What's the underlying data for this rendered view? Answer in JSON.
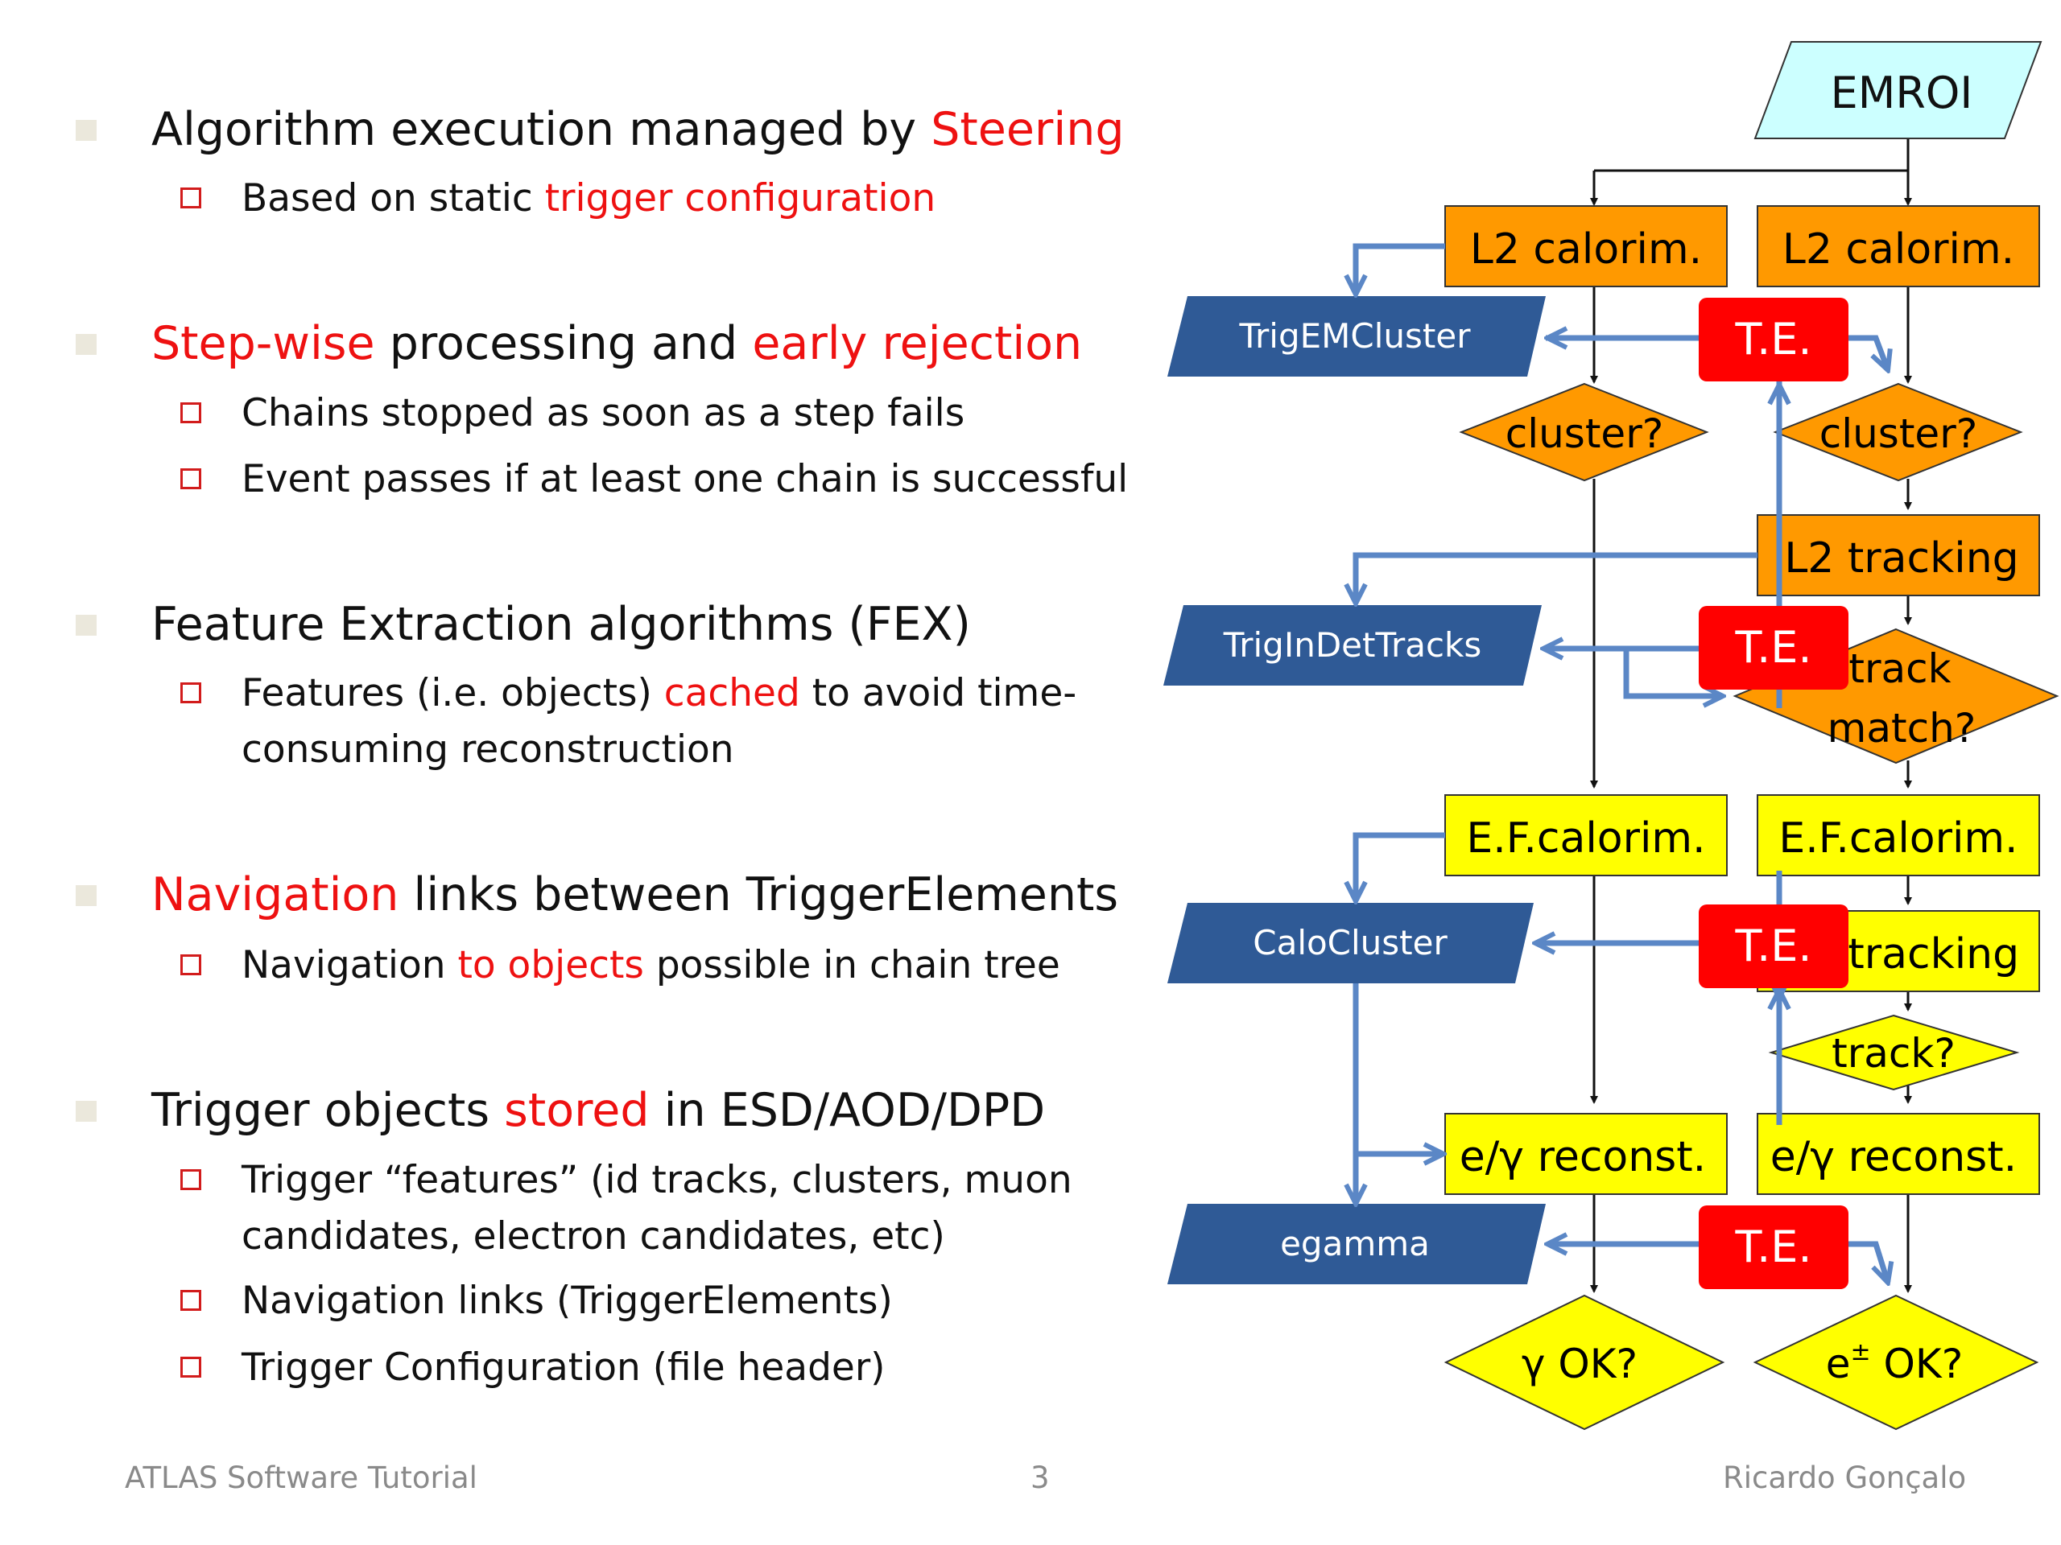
{
  "bullets": [
    {
      "parts": [
        {
          "text": "Algorithm execution managed by ",
          "red": false
        },
        {
          "text": "Steering",
          "red": true
        }
      ],
      "subs": [
        [
          {
            "text": "Based on static ",
            "red": false
          },
          {
            "text": "trigger configuration",
            "red": true
          }
        ]
      ]
    },
    {
      "parts": [
        {
          "text": "Step-wise",
          "red": true
        },
        {
          "text": " processing and ",
          "red": false
        },
        {
          "text": "early rejection",
          "red": true
        }
      ],
      "subs": [
        [
          {
            "text": "Chains stopped as soon as a step fails",
            "red": false
          }
        ],
        [
          {
            "text": "Event passes if at least one chain is successful",
            "red": false
          }
        ]
      ]
    },
    {
      "parts": [
        {
          "text": "Feature Extraction algorithms (FEX)",
          "red": false
        }
      ],
      "subs": [
        [
          {
            "text": "Features (i.e. objects) ",
            "red": false
          },
          {
            "text": "cached",
            "red": true
          },
          {
            "text": " to avoid time-",
            "red": false
          }
        ],
        [
          {
            "text": "consuming reconstruction",
            "red": false
          }
        ]
      ]
    },
    {
      "parts": [
        {
          "text": "Navigation",
          "red": true
        },
        {
          "text": " links between TriggerElements",
          "red": false
        }
      ],
      "subs": [
        [
          {
            "text": "Navigation ",
            "red": false
          },
          {
            "text": "to objects",
            "red": true
          },
          {
            "text": " possible in chain tree",
            "red": false
          }
        ]
      ]
    },
    {
      "parts": [
        {
          "text": "Trigger objects ",
          "red": false
        },
        {
          "text": "stored",
          "red": true
        },
        {
          "text": " in ESD/AOD/DPD",
          "red": false
        }
      ],
      "subs": [
        [
          {
            "text": "Trigger “features” (id tracks, clusters, muon",
            "red": false
          }
        ],
        [
          {
            "text": "candidates, electron candidates, etc)",
            "red": false
          }
        ],
        [
          {
            "text": "Navigation links (TriggerElements)",
            "red": false
          }
        ],
        [
          {
            "text": "Trigger Configuration (file header)",
            "red": false
          }
        ]
      ]
    }
  ],
  "diagram": {
    "roi": "EMROI",
    "l2calo_left": "L2 calorim.",
    "l2calo_right": "L2 calorim.",
    "cluster_left": "cluster?",
    "cluster_right": "cluster?",
    "l2tracking": "L2 tracking",
    "trackmatch_line1": "track",
    "trackmatch_line2": "match?",
    "efcalo_left": "E.F.calorim.",
    "efcalo_right": "E.F.calorim.",
    "eftracking": "E.F.tracking",
    "track": "track?",
    "reco_left": "e/γ reconst.",
    "reco_right": "e/γ reconst.",
    "ok_left": "γ OK?",
    "ok_right_base": "e",
    "ok_right_sup": "±",
    "ok_right_rest": " OK?",
    "te": "T.E.",
    "features": [
      "TrigEMCluster",
      "TrigInDetTracks",
      "CaloCluster",
      "egamma"
    ],
    "colors": {
      "orange": "#ff9900",
      "yellow": "#ffff00",
      "cyan": "#ccffff",
      "feature_blue": "#2f5a96",
      "te_red": "#ff0000",
      "link_blue": "#5b87c6"
    }
  },
  "footer": {
    "left": "ATLAS Software Tutorial",
    "center": "3",
    "right": "Ricardo Gonçalo"
  }
}
